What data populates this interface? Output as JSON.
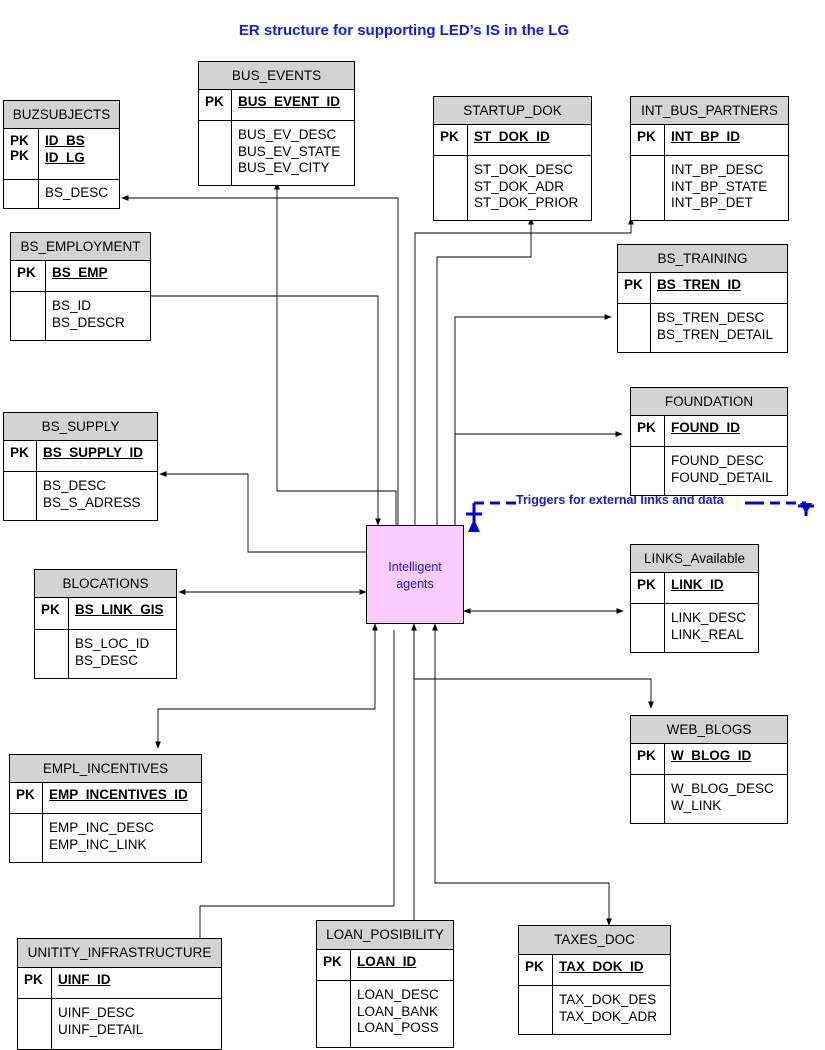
{
  "title": "ER structure for supporting LED’s IS in the LG",
  "pk_label": "PK",
  "center": {
    "line1": "Intelligent",
    "line2": "agents"
  },
  "trigger_label": "Triggers for external links and data",
  "colors": {
    "title": "#1a1ad8",
    "header_fill": "#d3d3d3",
    "agent_fill": "#ffccff",
    "trigger_line": "#0000dd"
  },
  "entities": {
    "buzsubjects": {
      "name": "BUZSUBJECTS",
      "keys": [
        "ID_BS",
        "ID_LG"
      ],
      "attrs": [
        "BS_DESC"
      ]
    },
    "bus_events": {
      "name": "BUS_EVENTS",
      "keys": [
        "BUS_EVENT_ID"
      ],
      "attrs": [
        "BUS_EV_DESC",
        "BUS_EV_STATE",
        "BUS_EV_CITY"
      ]
    },
    "startup_dok": {
      "name": "STARTUP_DOK",
      "keys": [
        "ST_DOK_ID"
      ],
      "attrs": [
        "ST_DOK_DESC",
        "ST_DOK_ADR",
        "ST_DOK_PRIOR"
      ]
    },
    "int_bus_partners": {
      "name": "INT_BUS_PARTNERS",
      "keys": [
        "INT_BP_ID"
      ],
      "attrs": [
        "INT_BP_DESC",
        "INT_BP_STATE",
        "INT_BP_DET"
      ]
    },
    "bs_employment": {
      "name": "BS_EMPLOYMENT",
      "keys": [
        "BS_EMP"
      ],
      "attrs": [
        "BS_ID",
        "BS_DESCR"
      ]
    },
    "bs_training": {
      "name": "BS_TRAINING",
      "keys": [
        "BS_TREN_ID"
      ],
      "attrs": [
        "BS_TREN_DESC",
        "BS_TREN_DETAIL"
      ]
    },
    "foundation": {
      "name": "FOUNDATION",
      "keys": [
        "FOUND_ID"
      ],
      "attrs": [
        "FOUND_DESC",
        "FOUND_DETAIL"
      ]
    },
    "bs_supply": {
      "name": "BS_SUPPLY",
      "keys": [
        "BS_SUPPLY_ID"
      ],
      "attrs": [
        "BS_DESC",
        "BS_S_ADRESS"
      ]
    },
    "links_available": {
      "name": "LINKS_Available",
      "keys": [
        "LINK_ID"
      ],
      "attrs": [
        "LINK_DESC",
        "LINK_REAL"
      ]
    },
    "blocations": {
      "name": "BLOCATIONS",
      "keys": [
        "BS_LINK_GIS"
      ],
      "attrs": [
        "BS_LOC_ID",
        "BS_DESC"
      ]
    },
    "web_blogs": {
      "name": "WEB_BLOGS",
      "keys": [
        "W_BLOG_ID"
      ],
      "attrs": [
        "W_BLOG_DESC",
        "W_LINK"
      ]
    },
    "empl_incentives": {
      "name": "EMPL_INCENTIVES",
      "keys": [
        "EMP_INCENTIVES_ID"
      ],
      "attrs": [
        "EMP_INC_DESC",
        "EMP_INC_LINK"
      ]
    },
    "unitity_infrastructure": {
      "name": "UNITITY_INFRASTRUCTURE",
      "keys": [
        "UINF_ID"
      ],
      "attrs": [
        "UINF_DESC",
        "UINF_DETAIL"
      ]
    },
    "loan_posibility": {
      "name": "LOAN_POSIBILITY",
      "keys": [
        "LOAN_ID"
      ],
      "attrs": [
        "LOAN_DESC",
        "LOAN_BANK",
        "LOAN_POSS"
      ]
    },
    "taxes_doc": {
      "name": "TAXES_DOC",
      "keys": [
        "TAX_DOK_ID"
      ],
      "attrs": [
        "TAX_DOK_DES",
        "TAX_DOK_ADR"
      ]
    }
  }
}
